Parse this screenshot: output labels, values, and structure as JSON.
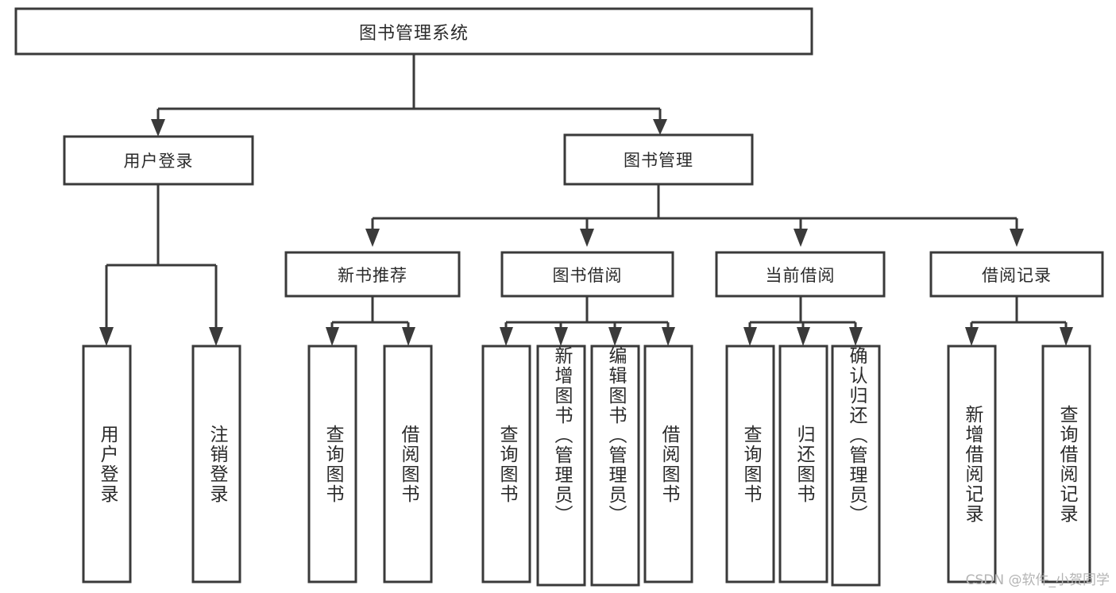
{
  "diagram": {
    "type": "tree-hierarchy-chart",
    "title": "图书管理系统",
    "watermark": "CSDN @软件_小贺同学",
    "colors": {
      "box_stroke": "#3a3a3a",
      "box_fill": "#ffffff",
      "connector": "#3a3a3a",
      "text": "#2b2b2b",
      "watermark": "#b4b4b4",
      "background": "#ffffff"
    },
    "root": {
      "label": "图书管理系统"
    },
    "level1": [
      {
        "label": "用户登录"
      },
      {
        "label": "图书管理"
      }
    ],
    "level2": [
      {
        "label": "新书推荐"
      },
      {
        "label": "图书借阅"
      },
      {
        "label": "当前借阅"
      },
      {
        "label": "借阅记录"
      }
    ],
    "leaves": {
      "user_login": [
        {
          "label": "用户登录"
        },
        {
          "label": "注销登录"
        }
      ],
      "new_book_recommend": [
        {
          "label": "查询图书"
        },
        {
          "label": "借阅图书"
        }
      ],
      "book_borrow": [
        {
          "label": "查询图书"
        },
        {
          "label": "新增图书（管理员）"
        },
        {
          "label": "编辑图书（管理员）"
        },
        {
          "label": "借阅图书"
        }
      ],
      "current_borrow": [
        {
          "label": "查询图书"
        },
        {
          "label": "归还图书"
        },
        {
          "label": "确认归还（管理员）"
        }
      ],
      "borrow_record": [
        {
          "label": "新增借阅记录"
        },
        {
          "label": "查询借阅记录"
        }
      ]
    }
  }
}
